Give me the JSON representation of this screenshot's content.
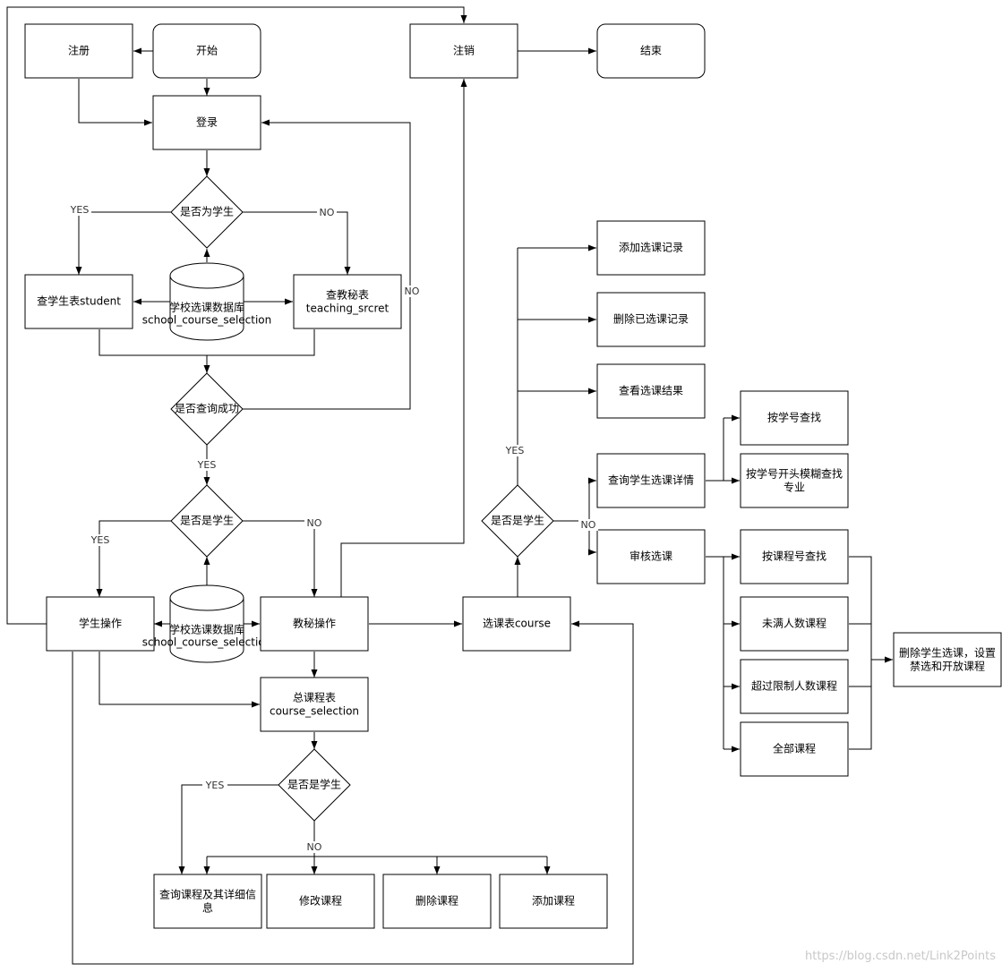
{
  "nodes": {
    "register": "注册",
    "start": "开始",
    "logout": "注销",
    "end": "结束",
    "login": "登录",
    "is_student_1": "是否为学生",
    "query_student": "查学生表student",
    "db1_line1": "学校选课数据库",
    "db1_line2": "school_course_selection",
    "query_secretary_line1": "查教秘表",
    "query_secretary_line2": "teaching_srcret",
    "query_success": "是否查询成功",
    "is_student_2": "是否是学生",
    "student_op": "学生操作",
    "db2_line1": "学校选课数据库",
    "db2_line2": "school_course_selection",
    "secretary_op": "教秘操作",
    "selection_table": "选课表course",
    "total_course_line1": "总课程表",
    "total_course_line2": "course_selection",
    "is_student_3": "是否是学生",
    "query_course_line1": "查询课程及其详细信",
    "query_course_line2": "息",
    "modify_course": "修改课程",
    "delete_course": "删除课程",
    "add_course": "添加课程",
    "is_student_4": "是否是学生",
    "add_record": "添加选课记录",
    "delete_record": "删除已选课记录",
    "view_result": "查看选课结果",
    "query_detail": "查询学生选课详情",
    "review": "审核选课",
    "by_student_id": "按学号查找",
    "by_prefix_line1": "按学号开头模糊查找",
    "by_prefix_line2": "专业",
    "by_course_id": "按课程号查找",
    "not_full": "未满人数课程",
    "over_limit": "超过限制人数课程",
    "all_courses": "全部课程",
    "final_action_line1": "删除学生选课，设置",
    "final_action_line2": "禁选和开放课程"
  },
  "edge_labels": {
    "yes_1": "YES",
    "no_1": "NO",
    "no_2": "NO",
    "yes_2": "YES",
    "yes_3": "YES",
    "no_3": "NO",
    "yes_4": "YES",
    "no_4": "NO",
    "yes_5": "YES",
    "no_5": "NO"
  },
  "watermark": "https://blog.csdn.net/Link2Points"
}
